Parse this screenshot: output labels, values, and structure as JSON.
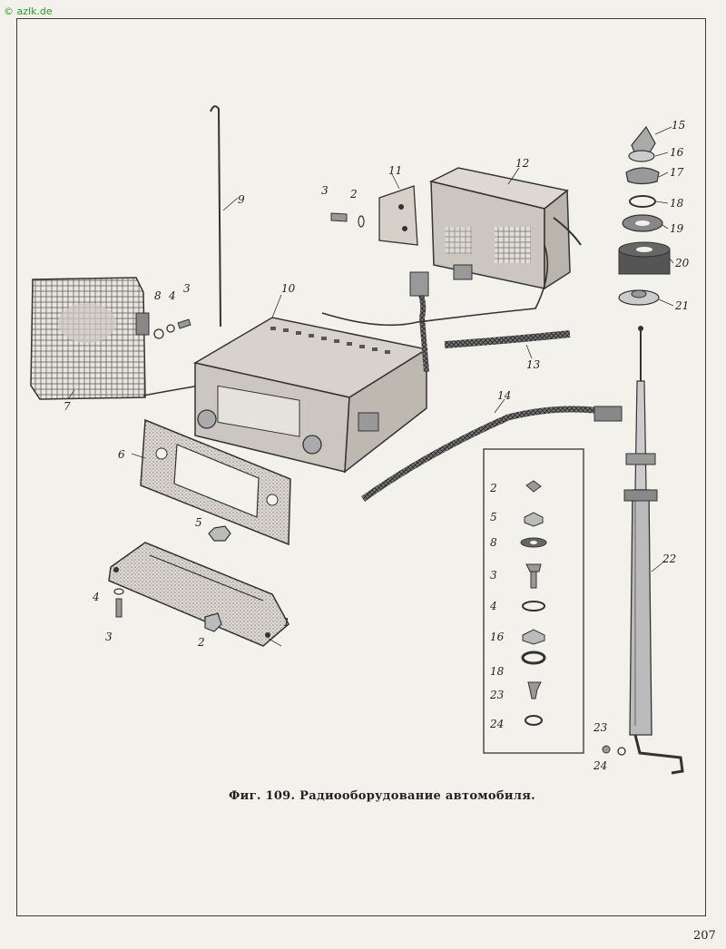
{
  "watermark": "© azlk.de",
  "caption": "Фиг. 109. Радиооборудование автомобиля.",
  "page_number": "207",
  "part_labels": [
    "1",
    "2",
    "3",
    "4",
    "5",
    "6",
    "7",
    "8",
    "9",
    "10",
    "11",
    "12",
    "13",
    "14",
    "15",
    "16",
    "17",
    "18",
    "19",
    "20",
    "21",
    "22",
    "23",
    "24"
  ],
  "kit_labels": [
    "2",
    "5",
    "8",
    "3",
    "4",
    "16",
    "18",
    "23",
    "24"
  ],
  "small_labels": [
    "2",
    "3",
    "3",
    "4",
    "4",
    "8",
    "3",
    "2",
    "23",
    "24"
  ]
}
